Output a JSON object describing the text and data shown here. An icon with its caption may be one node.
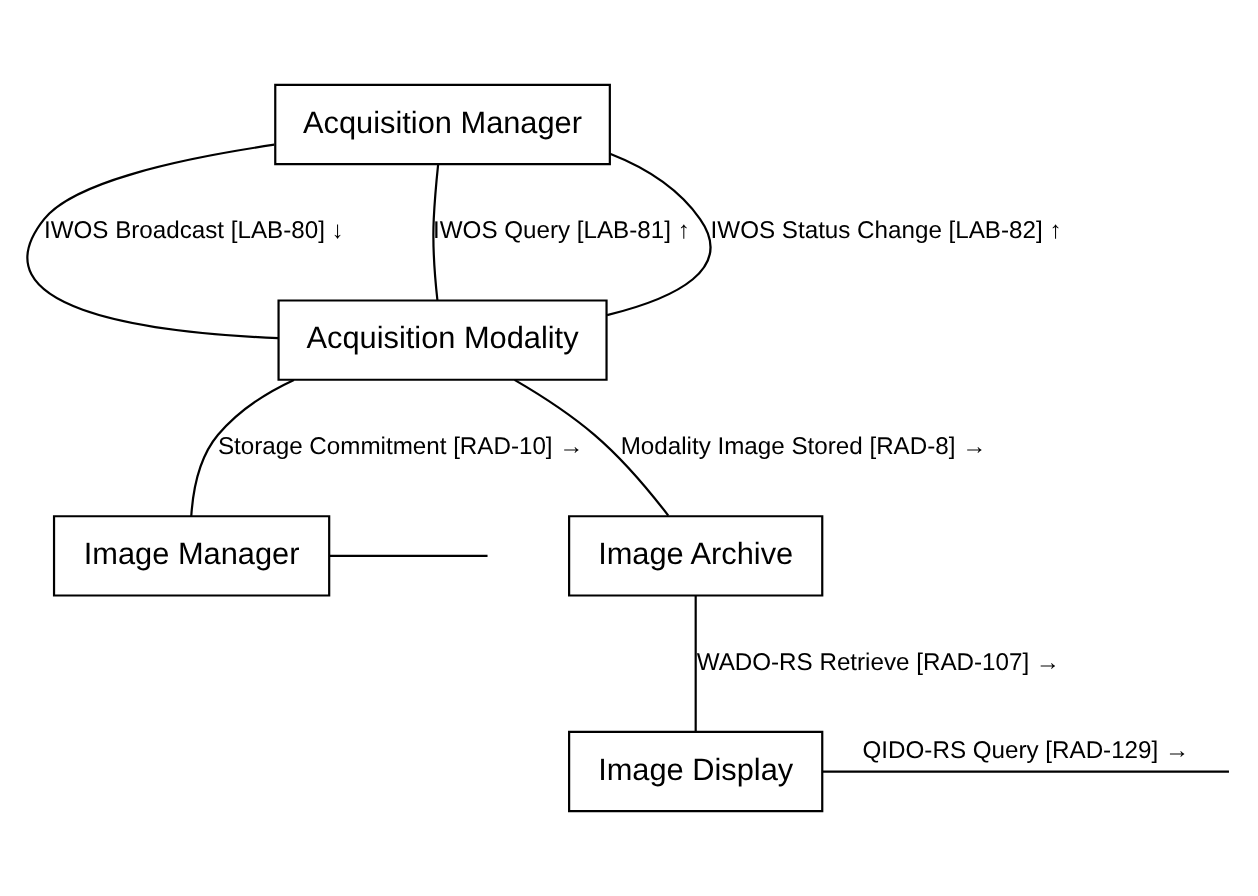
{
  "diagram": {
    "nodes": [
      {
        "text": [
          "Acquisition Manager"
        ]
      },
      {
        "text": [
          "Acquisition Modality"
        ]
      },
      {
        "text": [
          "Image Manager"
        ]
      },
      {
        "text": [
          "Image Archive"
        ]
      },
      {
        "text": [
          "Image Display"
        ]
      }
    ],
    "edges": [
      {
        "from": 0,
        "to": 1,
        "arrow": "none",
        "label": "IWOS Broadcast [LAB-80] ↓"
      },
      {
        "from": 0,
        "to": 1,
        "arrow": "none",
        "label": "IWOS Query [LAB-81] ↑"
      },
      {
        "from": 0,
        "to": 1,
        "arrow": "none",
        "label": "IWOS Status Change [LAB-82] ↑"
      },
      {
        "from": 1,
        "to": 2,
        "arrow": "none",
        "label": "Storage Commitment [RAD-10] →"
      },
      {
        "from": 1,
        "to": 3,
        "arrow": "none",
        "label": "Modality Image Stored [RAD-8] →"
      },
      {
        "from": 3,
        "to": 4,
        "arrow": "none",
        "label": "WADO-RS Retrieve [RAD-107] →"
      },
      {
        "from": 2,
        "to": null,
        "arrow": "none"
      },
      {
        "from": 4,
        "to": null,
        "arrow": "none",
        "label": "QIDO-RS Query [RAD-129] →"
      }
    ]
  }
}
